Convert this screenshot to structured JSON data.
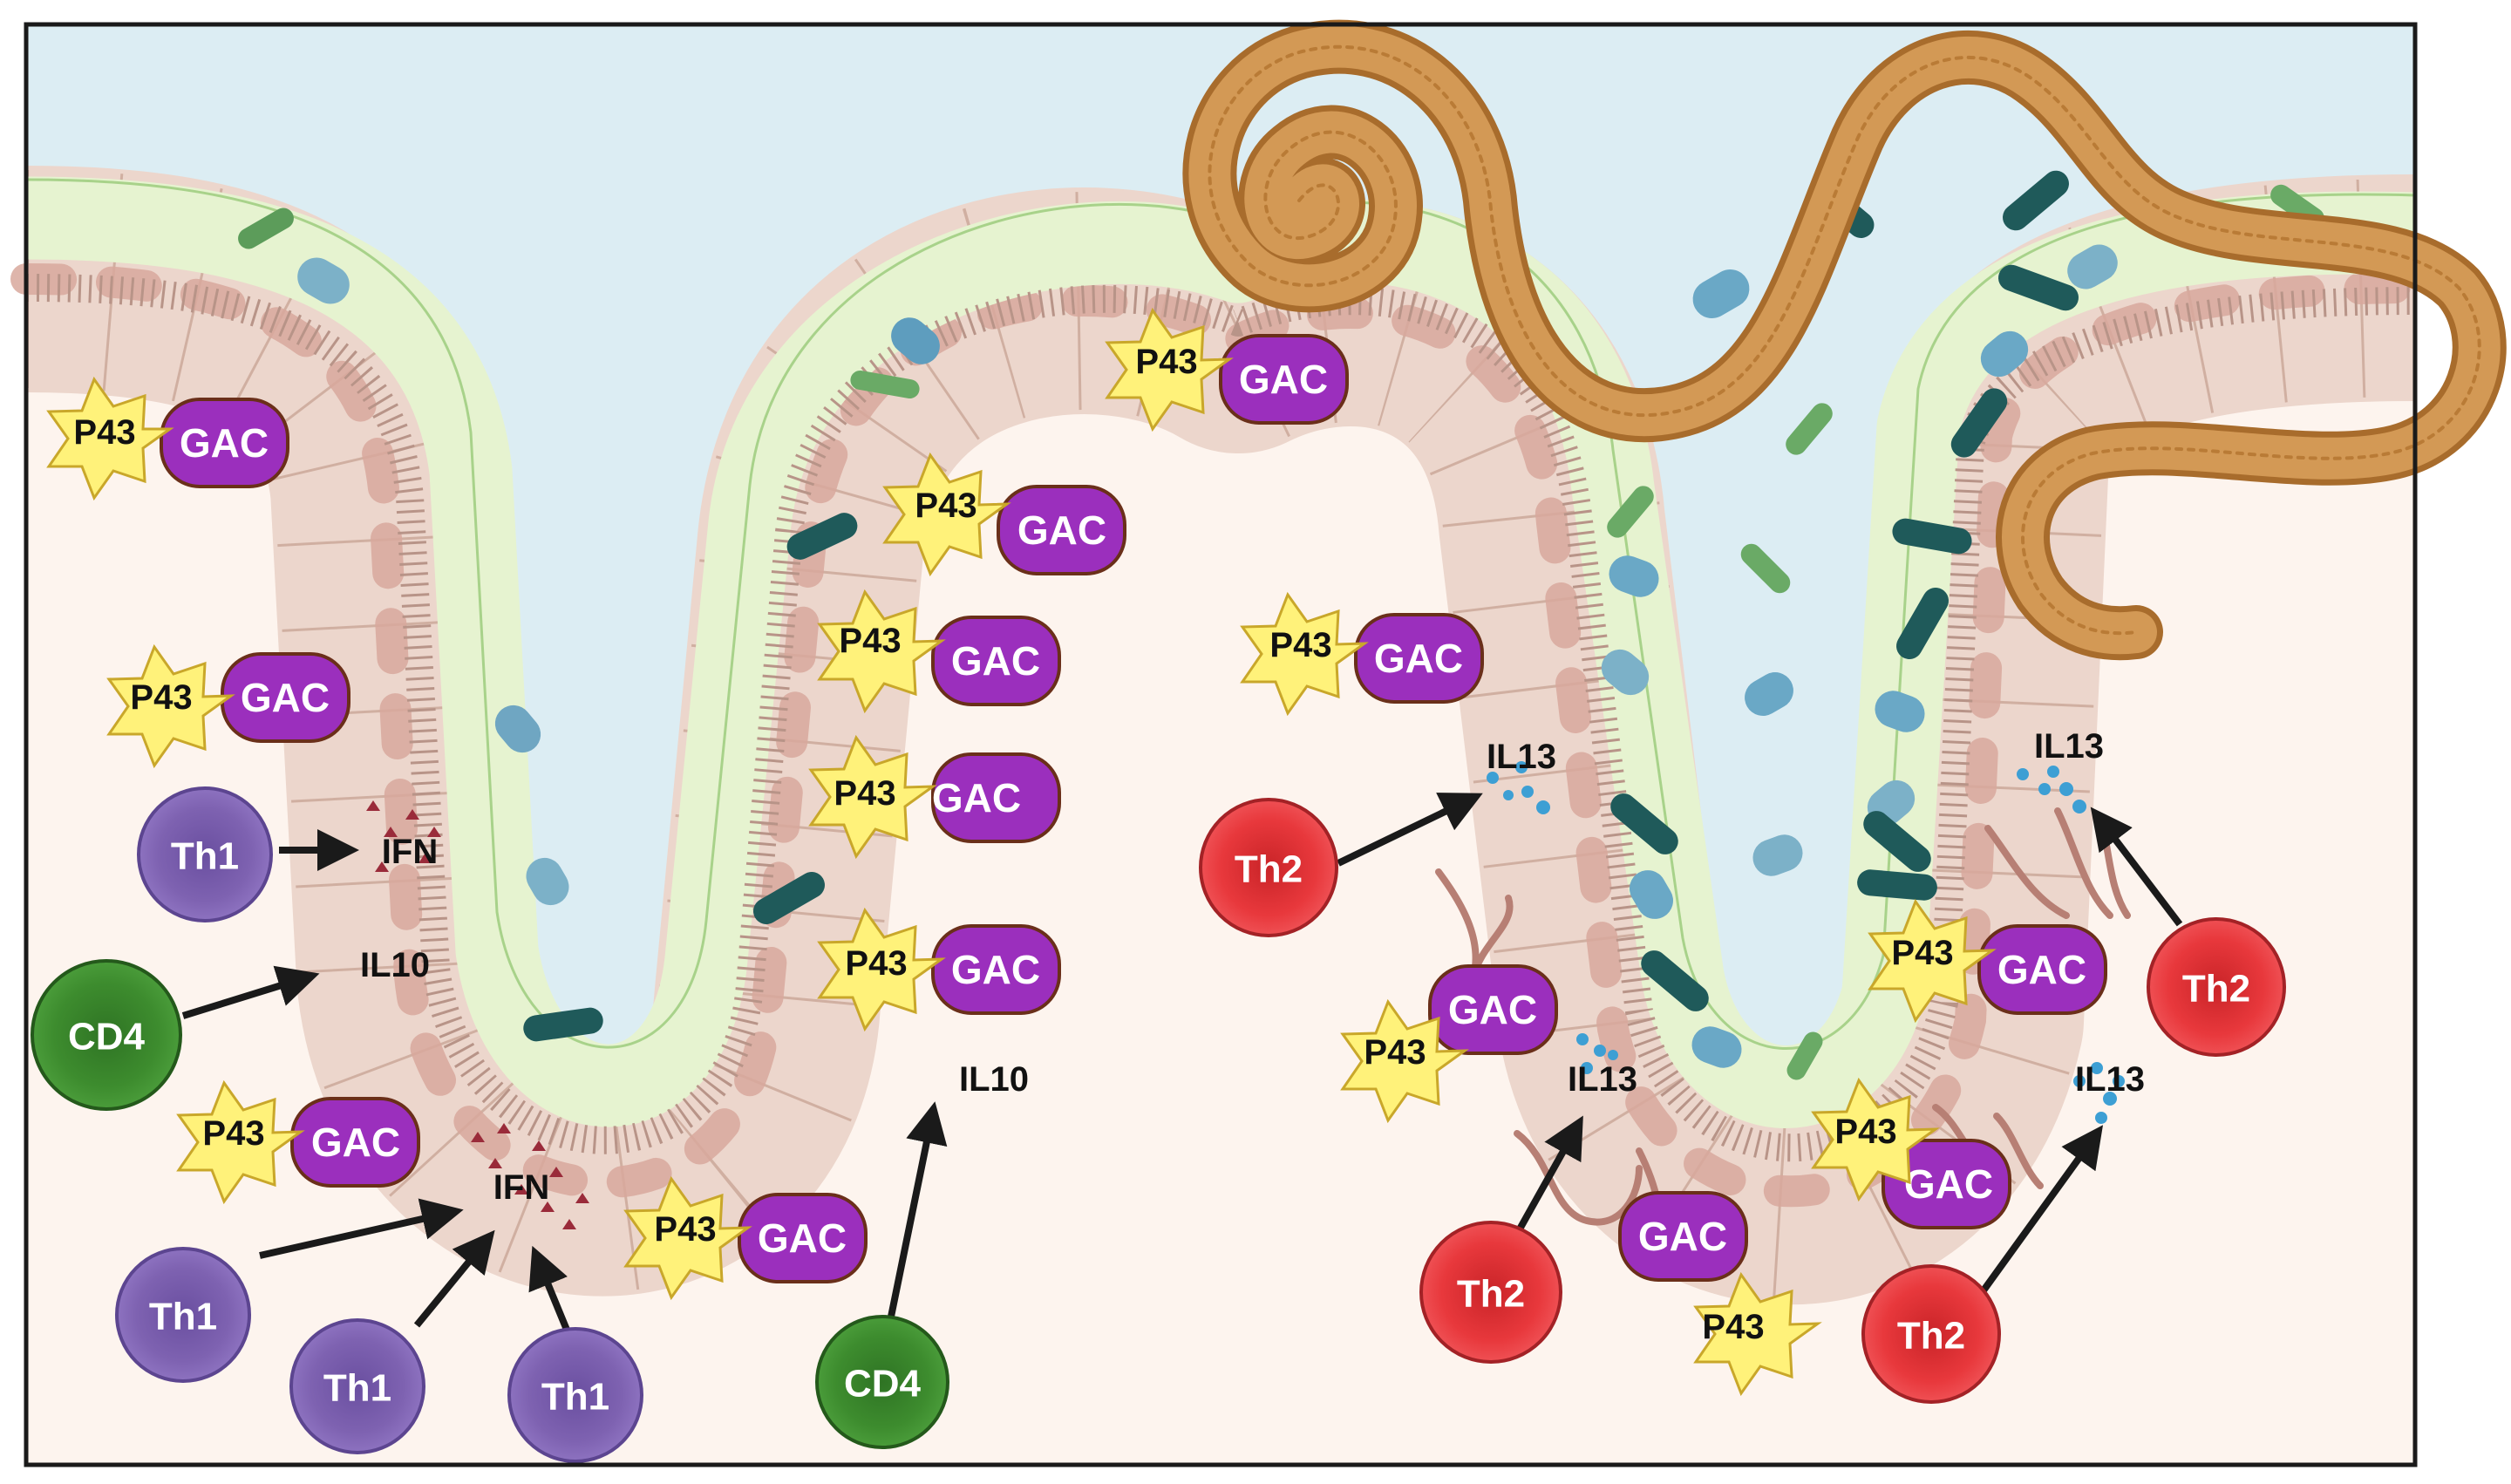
{
  "colors": {
    "lumen": "#dcedf3",
    "tissue": "#fdf4ee",
    "mucus": "#e6f3d0",
    "epithelium": "#ecd6cc",
    "nucleus": "#d8a89c",
    "worm": "#c68a3f",
    "th1": "#7e62b1",
    "th2": "#e8383c",
    "cd4": "#3d8c2e",
    "gac": "#9b2fbd",
    "p43": "#fff27a"
  },
  "labels": {
    "p43": "P43",
    "gac": "GAC",
    "th1": "Th1",
    "th2": "Th2",
    "cd4": "CD4",
    "ifn": "IFN",
    "il10": "IL10",
    "il13": "IL13"
  },
  "icons": [
    "roundworm-icon",
    "star-burst-icon",
    "bacteria-icon",
    "immune-cell-icon"
  ]
}
